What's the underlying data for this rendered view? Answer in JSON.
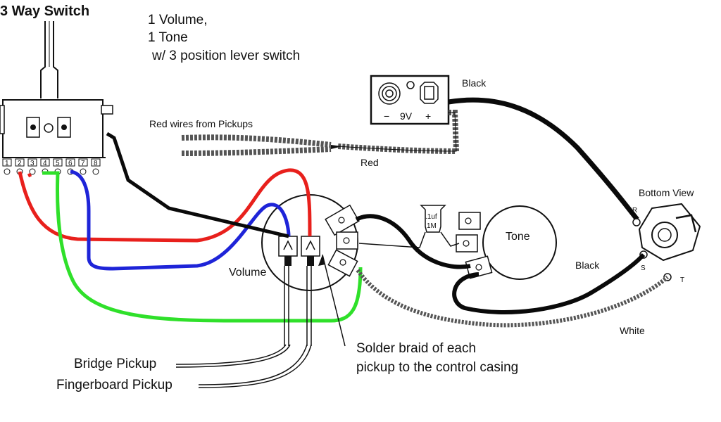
{
  "title": "3 Way Switch",
  "description_lines": [
    "1 Volume,",
    "1 Tone",
    "w/ 3 position lever switch"
  ],
  "wire_labels": {
    "red_wires": "Red wires from Pickups",
    "red": "Red",
    "black_top": "Black",
    "black_right": "Black",
    "white": "White"
  },
  "battery": {
    "minus": "−",
    "voltage": "9V",
    "plus": "+"
  },
  "components": {
    "volume": "Volume",
    "tone": "Tone",
    "capacitor_top": ".1uf",
    "capacitor_bottom": "1M",
    "bottom_view": "Bottom View",
    "jack_r": "R",
    "jack_s": "S",
    "jack_t": "T"
  },
  "switch_terminals": [
    "1",
    "2",
    "3",
    "4",
    "5",
    "6",
    "7",
    "8"
  ],
  "pickups": [
    "Bridge Pickup",
    "Fingerboard Pickup"
  ],
  "note_lines": [
    "Solder braid of each",
    "pickup to the control casing"
  ],
  "colors": {
    "red": "#e8201c",
    "green": "#2fe02a",
    "blue": "#1e24d8",
    "black": "#0a0a0a",
    "braid": "#555555"
  }
}
